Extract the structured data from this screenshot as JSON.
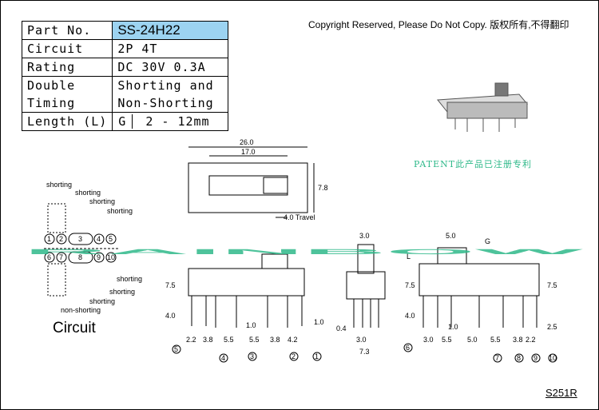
{
  "spec_table": {
    "part_no_label": "Part No.",
    "part_no_value": "SS-24H22",
    "circuit_label": "Circuit",
    "circuit_value": "2P 4T",
    "rating_label": "Rating",
    "rating_value": "DC 30V 0.3A",
    "double_label_1": "Double",
    "double_label_2": "Timing",
    "double_value_1": "Shorting and",
    "double_value_2": "Non-Shorting",
    "length_label": "Length (L)",
    "length_g": "G",
    "length_value": "2 - 12mm"
  },
  "copyright": "Copyright Reserved, Please Do Not Copy. 版权所有,不得翻印",
  "watermark": "RAINBOW",
  "patent": "PATENT此产品已注册专利",
  "circuit": {
    "title": "Circuit",
    "shorting": "shorting",
    "non_shorting": "non-shorting",
    "pins_top": [
      "1",
      "2",
      "3",
      "4",
      "5"
    ],
    "pins_bottom": [
      "6",
      "7",
      "8",
      "9",
      "10"
    ]
  },
  "dims": {
    "top_overall": "26.0",
    "top_window": "17.0",
    "top_height": "7.8",
    "travel": "4.0 Travel",
    "front_height": "7.5",
    "front_pin": "4.0",
    "front_pitches": [
      "2.2",
      "3.8",
      "5.5",
      "5.5",
      "3.8",
      "4.2"
    ],
    "front_gap": "1.0",
    "front_end": "1.0",
    "front_pins": [
      "5",
      "4",
      "3",
      "2",
      "1"
    ],
    "side_top": "3.0",
    "side_thk": "0.4",
    "side_pitch": "3.0",
    "side_width": "7.3",
    "right_top": "5.0",
    "right_g": "G",
    "right_l": "L",
    "right_height": "7.5",
    "right_pin": "4.0",
    "right_r_height": "7.5",
    "right_r_pin": "2.5",
    "right_pitches": [
      "3.0",
      "5.5",
      "5.0",
      "5.5",
      "3.8",
      "2.2"
    ],
    "right_gap": "1.0",
    "right_pins": [
      "6",
      "7",
      "8",
      "9",
      "10"
    ]
  },
  "drawing_code": "S251R",
  "colors": {
    "highlight": "#9cd3f1",
    "watermark": "#2fb98a"
  }
}
